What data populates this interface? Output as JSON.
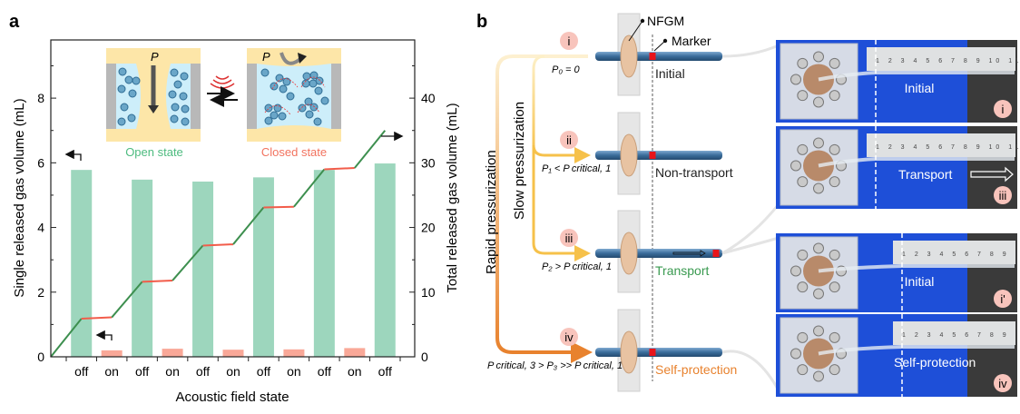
{
  "panel_a": {
    "label": "a",
    "inset": {
      "open_label": "Open state",
      "closed_label": "Closed state",
      "pressure_symbol": "P",
      "open_color": "#4dbb7f",
      "closed_color": "#f2735f"
    }
  },
  "panel_b": {
    "label": "b",
    "nfgm_label": "NFGM",
    "marker_label": "Marker",
    "rapid_label": "Rapid pressurization",
    "slow_label": "Slow pressurization",
    "stages": [
      {
        "badge": "i",
        "condition": "P₀ = 0",
        "state": "Initial",
        "state_color": "#222222"
      },
      {
        "badge": "ii",
        "condition": "P₁ < P critical, 1",
        "state": "Non-transport",
        "state_color": "#222222"
      },
      {
        "badge": "iii",
        "condition": "P₂ > P critical, 1",
        "state": "Transport",
        "state_color": "#3a9a50"
      },
      {
        "badge": "iv",
        "condition": "P critical, 3 > P₃ >> P critical, 1",
        "state": "Self-protection",
        "state_color": "#e8822e"
      }
    ],
    "photos": [
      {
        "label": "Initial",
        "badge": "i",
        "ruler": "1 2 3 4 5 6 7 8 9 10 11"
      },
      {
        "label": "Transport",
        "badge": "iii",
        "ruler": "1 2 3 4 5 6 7 8 9 10 11"
      },
      {
        "label": "Initial",
        "badge": "i'",
        "ruler": "1 2 3 4 5 6 7 8 9"
      },
      {
        "label": "Self-protection",
        "badge": "iv",
        "ruler": "1 2 3 4 5 6 7 8 9"
      }
    ]
  },
  "chart_data": {
    "type": "bar+line",
    "xlabel": "Acoustic field state",
    "ylabel": "Single released gas volume (mL)",
    "y2label": "Total released gas volume (mL)",
    "categories": [
      "off",
      "on",
      "off",
      "on",
      "off",
      "on",
      "off",
      "on",
      "off",
      "on",
      "off"
    ],
    "ylim": [
      0,
      9.8
    ],
    "y2lim": [
      0,
      49
    ],
    "yticks": [
      0,
      2,
      4,
      6,
      8
    ],
    "y2ticks": [
      0,
      10,
      20,
      30,
      40
    ],
    "bars": {
      "name": "Single released gas volume",
      "values": [
        5.78,
        0.2,
        5.48,
        0.25,
        5.42,
        0.22,
        5.55,
        0.23,
        5.78,
        0.27,
        5.98
      ],
      "colors": {
        "off": "#9dd6bd",
        "on": "#f9a898"
      }
    },
    "line": {
      "name": "Total released gas volume",
      "start": 0,
      "values": [
        5.9,
        6.1,
        11.6,
        11.8,
        17.2,
        17.4,
        23.1,
        23.2,
        29.0,
        29.2,
        35.0
      ],
      "colors": {
        "off": "#3d8f4f",
        "on": "#f25c4a"
      }
    },
    "grid": false,
    "legend": "arrows pointing to respective axes"
  }
}
